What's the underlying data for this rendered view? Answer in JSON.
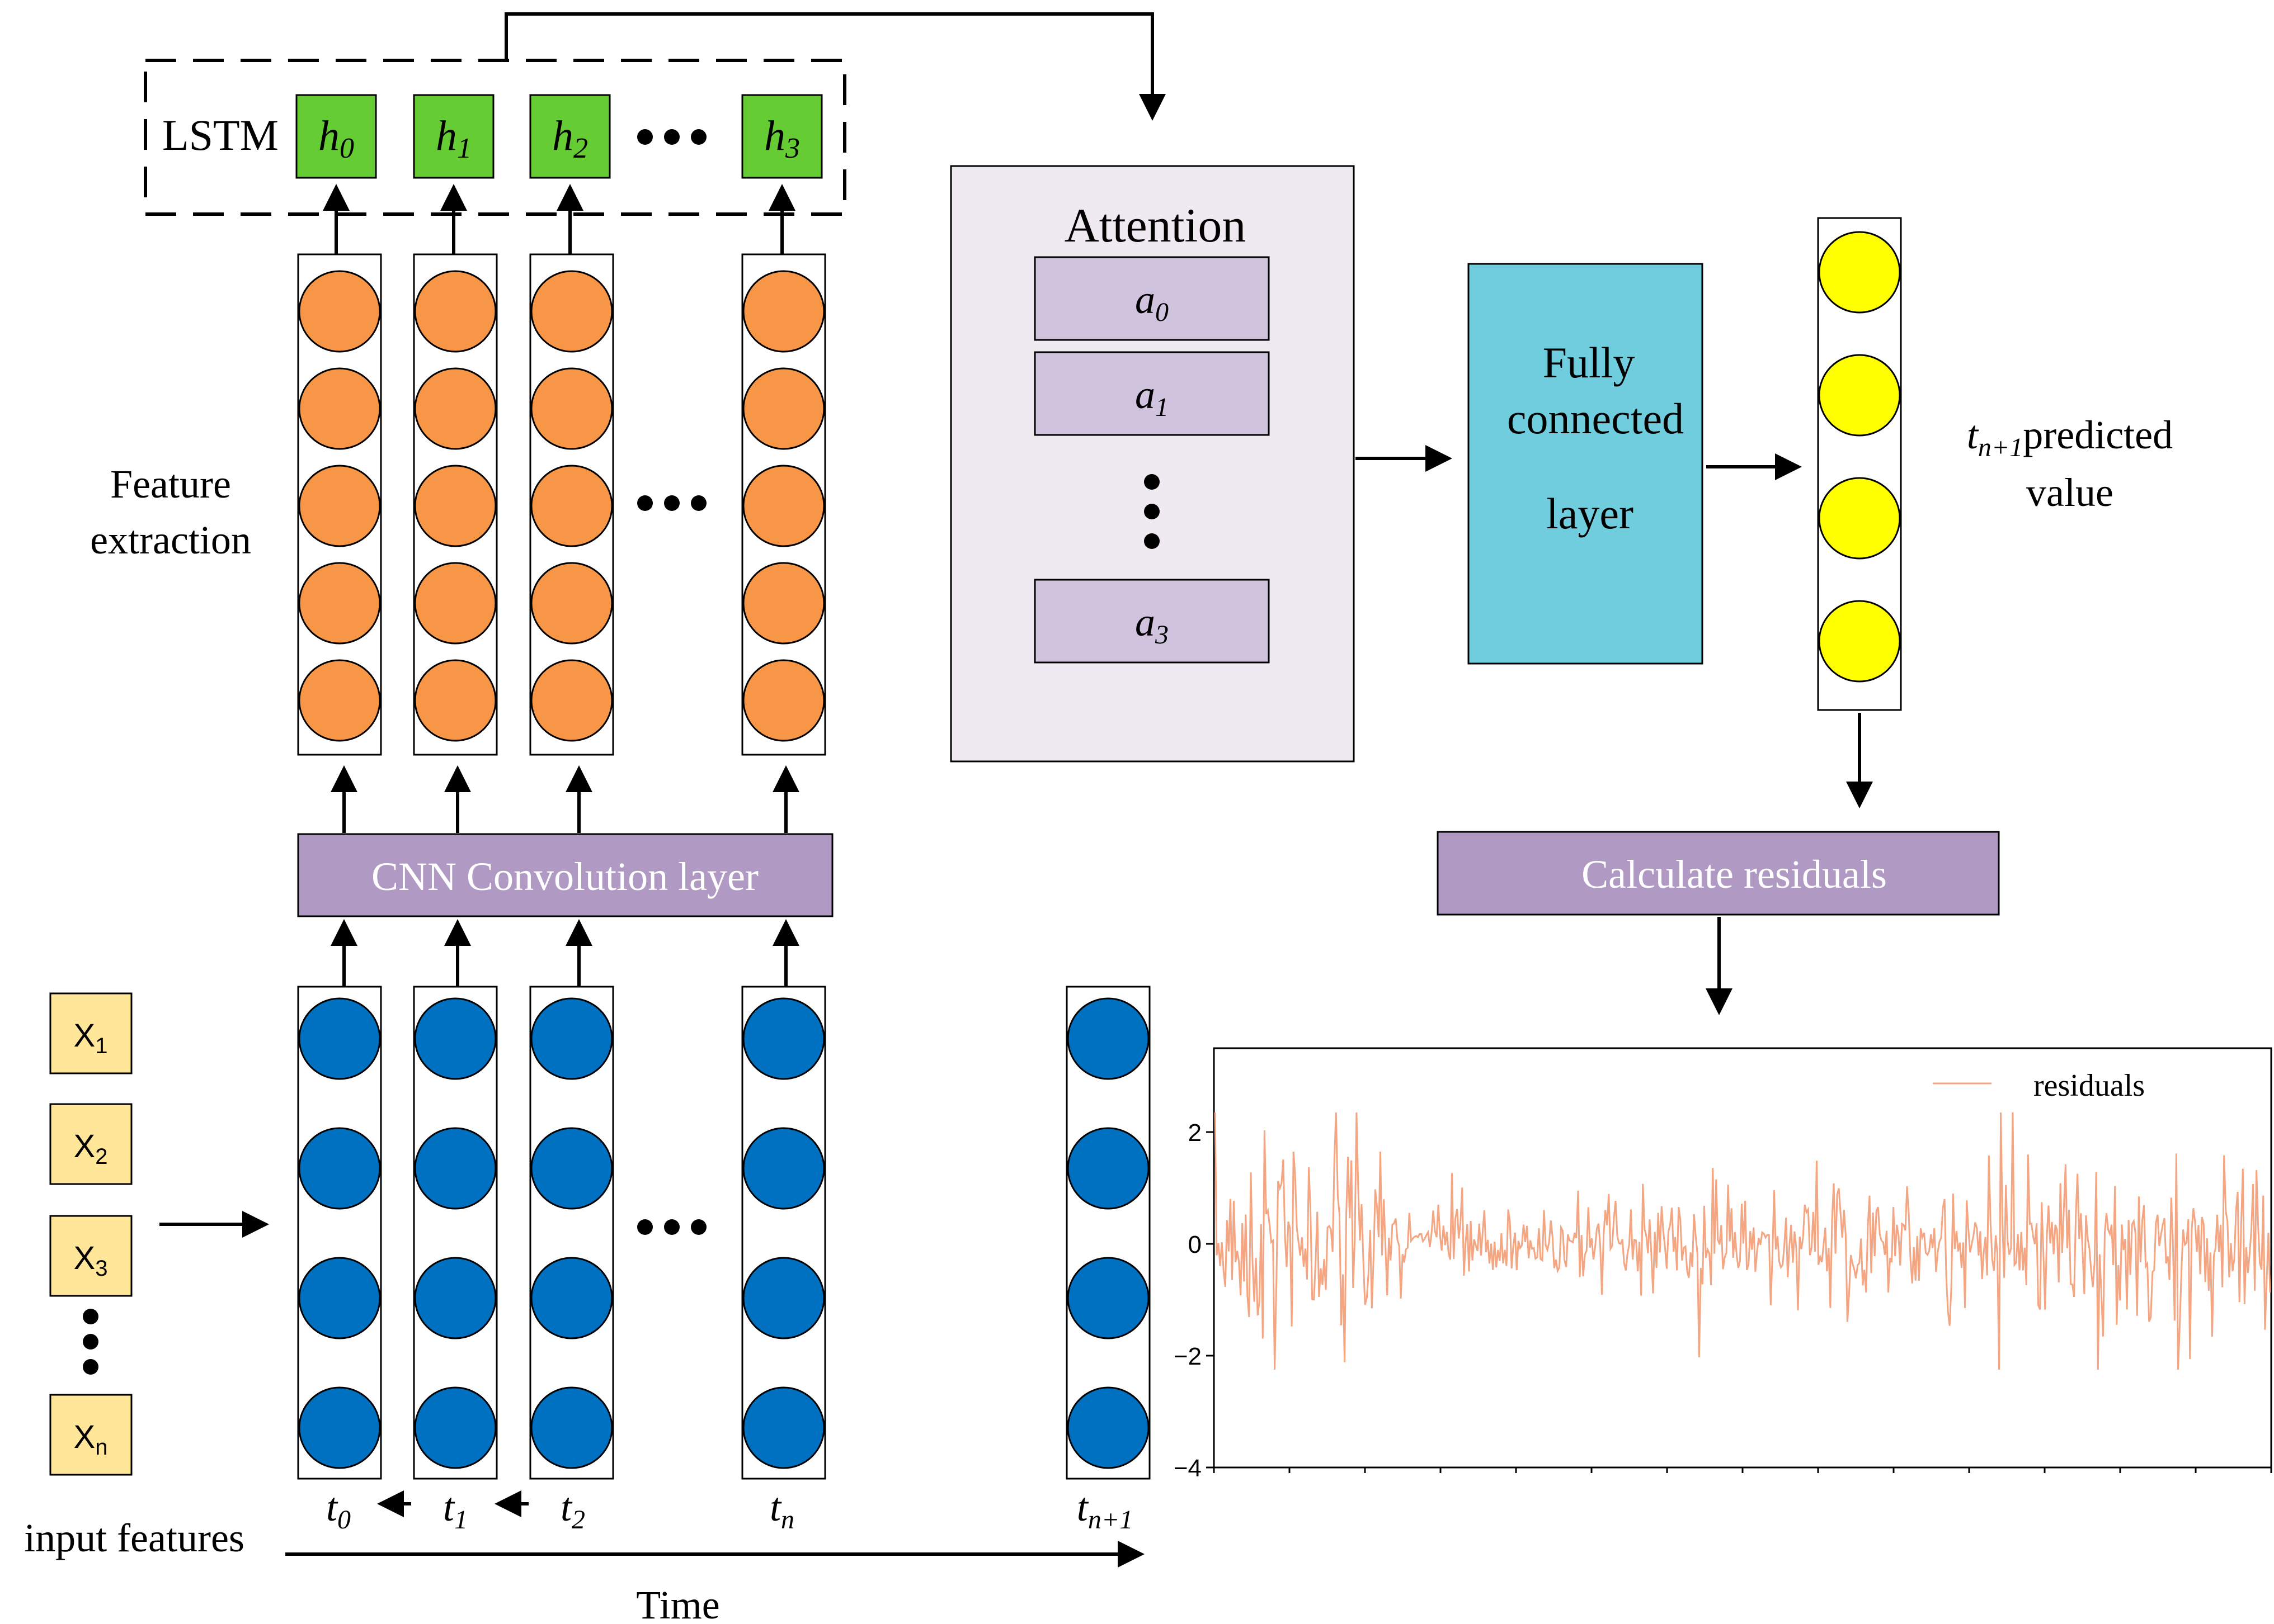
{
  "lstm": {
    "label": "LSTM",
    "hidden_states": [
      {
        "base": "h",
        "sub": "0"
      },
      {
        "base": "h",
        "sub": "1"
      },
      {
        "base": "h",
        "sub": "2"
      },
      {
        "base": "h",
        "sub": "3"
      }
    ],
    "color": "#66CC33"
  },
  "feature_extraction": {
    "label_line1": "Feature",
    "label_line2": "extraction",
    "node_color": "#F79646"
  },
  "cnn_layer": {
    "label": "CNN Convolution layer",
    "color": "#B09AC4"
  },
  "input": {
    "features": [
      {
        "base": "X",
        "sub": "1"
      },
      {
        "base": "X",
        "sub": "2"
      },
      {
        "base": "X",
        "sub": "3"
      },
      {
        "base": "X",
        "sub": "n"
      }
    ],
    "label": "input features",
    "feature_color": "#FFE699",
    "node_color": "#0070C0"
  },
  "time": {
    "steps": [
      {
        "base": "t",
        "sub": "0"
      },
      {
        "base": "t",
        "sub": "1"
      },
      {
        "base": "t",
        "sub": "2"
      },
      {
        "base": "t",
        "sub": "n"
      },
      {
        "base": "t",
        "sub": "n+1"
      }
    ],
    "axis_label": "Time"
  },
  "attention": {
    "title": "Attention",
    "weights": [
      {
        "base": "a",
        "sub": "0"
      },
      {
        "base": "a",
        "sub": "1"
      },
      {
        "base": "a",
        "sub": "3"
      }
    ],
    "panel_color": "#EFEAF2",
    "weight_color": "#D0C3DE"
  },
  "fully_connected": {
    "line1": "Fully",
    "line2": "connected",
    "line3": "layer",
    "color": "#70CDDE"
  },
  "output": {
    "label_base": "t",
    "label_sub": "n+1",
    "label_rest": "predicted",
    "label_line2": "value",
    "node_color": "#FFFF00"
  },
  "residuals_step": {
    "label": "Calculate residuals",
    "color": "#B09AC4"
  },
  "chart_data": {
    "type": "line",
    "title": "",
    "xlabel": "",
    "ylabel": "",
    "ylim": [
      -4,
      3.5
    ],
    "yticks": [
      -4,
      -2,
      0,
      2
    ],
    "legend": "top-right",
    "series": [
      {
        "name": "residuals",
        "color": "#F4A582"
      }
    ]
  }
}
